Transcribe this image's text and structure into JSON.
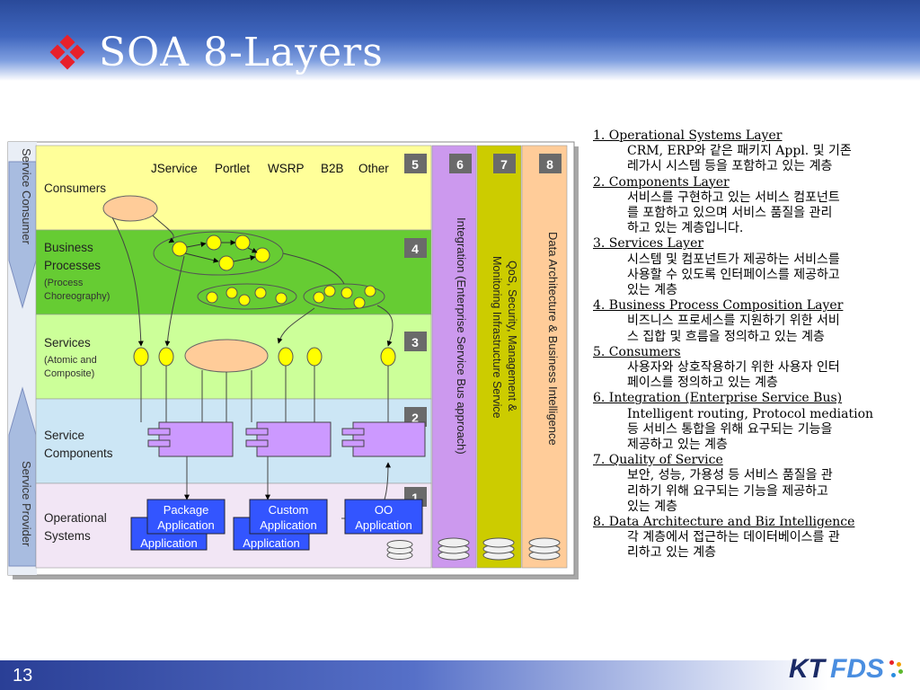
{
  "slide": {
    "title": "SOA 8-Layers",
    "page_number": "13",
    "logo": {
      "kt": "KT",
      "fds": "FDS"
    }
  },
  "colors": {
    "header_blue": "#3f66be",
    "bullet_red": "#e8202a",
    "consumers": "#ffff99",
    "business": "#66cc33",
    "services": "#ccff99",
    "components": "#cce6f5",
    "operational": "#f2e6f5",
    "integration": "#cc99ee",
    "qos": "#cccc00",
    "data_arch": "#ffcc99",
    "component_box": "#cc99ff",
    "app_box": "#3355ff"
  },
  "diagram": {
    "sides": {
      "consumer": "Service Consumer",
      "provider": "Service Provider"
    },
    "consumer_items": [
      "JService",
      "Portlet",
      "WSRP",
      "B2B",
      "Other"
    ],
    "layers": [
      {
        "name": "Consumers",
        "sub": "",
        "badge": "5"
      },
      {
        "name": "Business\nProcesses",
        "sub": "(Process\nChoreography)",
        "badge": "4"
      },
      {
        "name": "Services",
        "sub": "(Atomic and\nComposite)",
        "badge": "3"
      },
      {
        "name": "Service\nComponents",
        "sub": "",
        "badge": "2"
      },
      {
        "name": "Operational\nSystems",
        "sub": "",
        "badge": "1"
      }
    ],
    "verticals": [
      {
        "text": "Integration (Enterprise Service Bus approach)",
        "badge": "6"
      },
      {
        "text": "QoS, Security, Management &\nMonitoring Infrastructure Service",
        "badge": "7"
      },
      {
        "text": "Data Architecture & Business Intelligence",
        "badge": "8"
      }
    ],
    "apps": [
      {
        "front": "Package\nApplication",
        "back": "Application"
      },
      {
        "front": "Custom\nApplication",
        "back": "Application"
      },
      {
        "front": "OO\nApplication",
        "back": ""
      }
    ]
  },
  "descriptions": [
    {
      "heading": "1. Operational Systems Layer",
      "body": [
        "CRM, ERP와 같은 패키지 Appl. 및 기존",
        "레가시 시스템 등을 포함하고 있는 계층"
      ]
    },
    {
      "heading": "2. Components Layer",
      "body": [
        "서비스를 구현하고 있는 서비스 컴포넌트",
        "를 포함하고 있으며 서비스 품질을 관리",
        "하고 있는 계층입니다."
      ]
    },
    {
      "heading": "3. Services Layer",
      "body": [
        "시스템 및 컴포넌트가 제공하는 서비스를",
        "사용할 수 있도록 인터페이스를 제공하고",
        "있는 계층"
      ]
    },
    {
      "heading": "4. Business Process Composition Layer",
      "body": [
        "비즈니스 프로세스를 지원하기 위한 서비",
        "스 집합 및 흐름을 정의하고 있는 계층"
      ]
    },
    {
      "heading": "5. Consumers",
      "body": [
        "사용자와 상호작용하기 위한 사용자 인터",
        "페이스를 정의하고 있는 계층"
      ]
    },
    {
      "heading": "6. Integration (Enterprise Service Bus)",
      "body": [
        "Intelligent routing, Protocol mediation",
        "등 서비스 통합을 위해 요구되는 기능을",
        "제공하고 있는 계층"
      ]
    },
    {
      "heading": "7. Quality of Service",
      "body": [
        "보안, 성능, 가용성 등 서비스 품질을 관",
        "리하기 위해 요구되는 기능을 제공하고",
        "있는 계층"
      ]
    },
    {
      "heading": "8. Data Architecture and Biz Intelligence",
      "body": [
        "각 계층에서 접근하는 데이터베이스를 관",
        "리하고 있는 계층"
      ]
    }
  ]
}
